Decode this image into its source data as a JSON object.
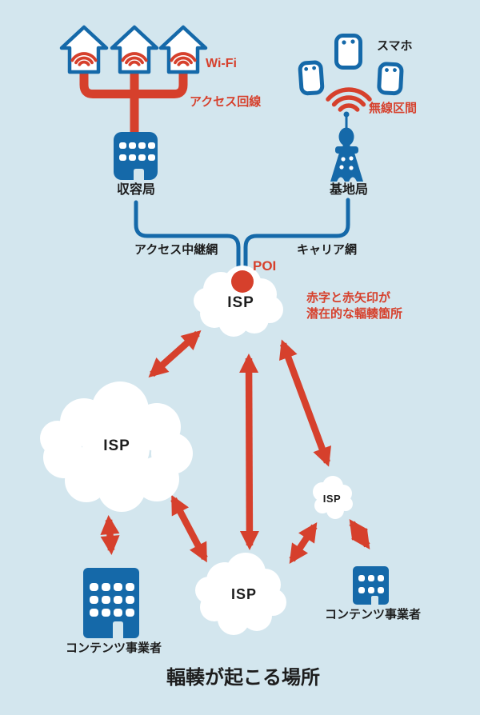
{
  "title": "輻輳が起こる場所",
  "colors": {
    "background": "#d3e6ee",
    "blue": "#1569a9",
    "red": "#d6402c",
    "text": "#1d1d1d",
    "white": "#ffffff"
  },
  "access_network": {
    "wifi_label": "Wi-Fi",
    "access_line_label": "アクセス回線",
    "central_office_label": "収容局",
    "relay_network_label": "アクセス中継網"
  },
  "mobile_network": {
    "smartphone_label": "スマホ",
    "wireless_section_label": "無線区間",
    "base_station_label": "基地局",
    "carrier_network_label": "キャリア網"
  },
  "core": {
    "poi_label": "POI",
    "isp_top_label": "ISP",
    "isp_left_label": "ISP",
    "isp_bottom_label": "ISP",
    "isp_right_label": "ISP",
    "note_line1": "赤字と赤矢印が",
    "note_line2": "潜在的な輻輳箇所",
    "content_provider_left_label": "コンテンツ事業者",
    "content_provider_right_label": "コンテンツ事業者"
  },
  "congestion_links": [
    {
      "from": "isp-top",
      "to": "isp-left"
    },
    {
      "from": "isp-top",
      "to": "isp-bottom"
    },
    {
      "from": "isp-top",
      "to": "isp-right"
    },
    {
      "from": "isp-left",
      "to": "isp-bottom"
    },
    {
      "from": "isp-right",
      "to": "isp-bottom"
    },
    {
      "from": "isp-right",
      "to": "content-provider-right"
    },
    {
      "from": "isp-left",
      "to": "content-provider-left"
    }
  ]
}
